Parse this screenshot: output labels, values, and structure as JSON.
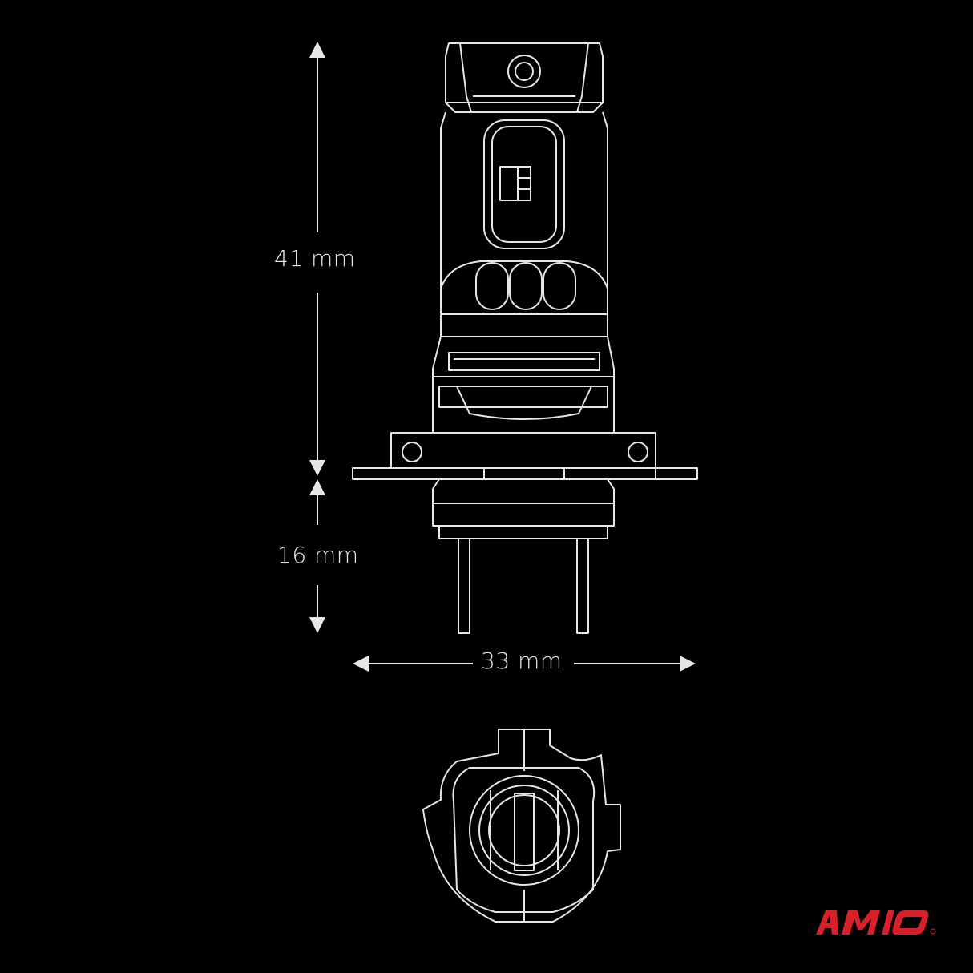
{
  "dimensions": {
    "height_main": "41 mm",
    "height_base": "16 mm",
    "width": "33 mm"
  },
  "brand": {
    "name": "AMiO",
    "color": "#d9202a"
  },
  "colors": {
    "background": "#000000",
    "line": "#e6e6e6"
  },
  "icons": {
    "bulb_side_view": "h7-led-bulb-side-drawing",
    "bulb_bottom_view": "h7-base-bottom-drawing"
  }
}
